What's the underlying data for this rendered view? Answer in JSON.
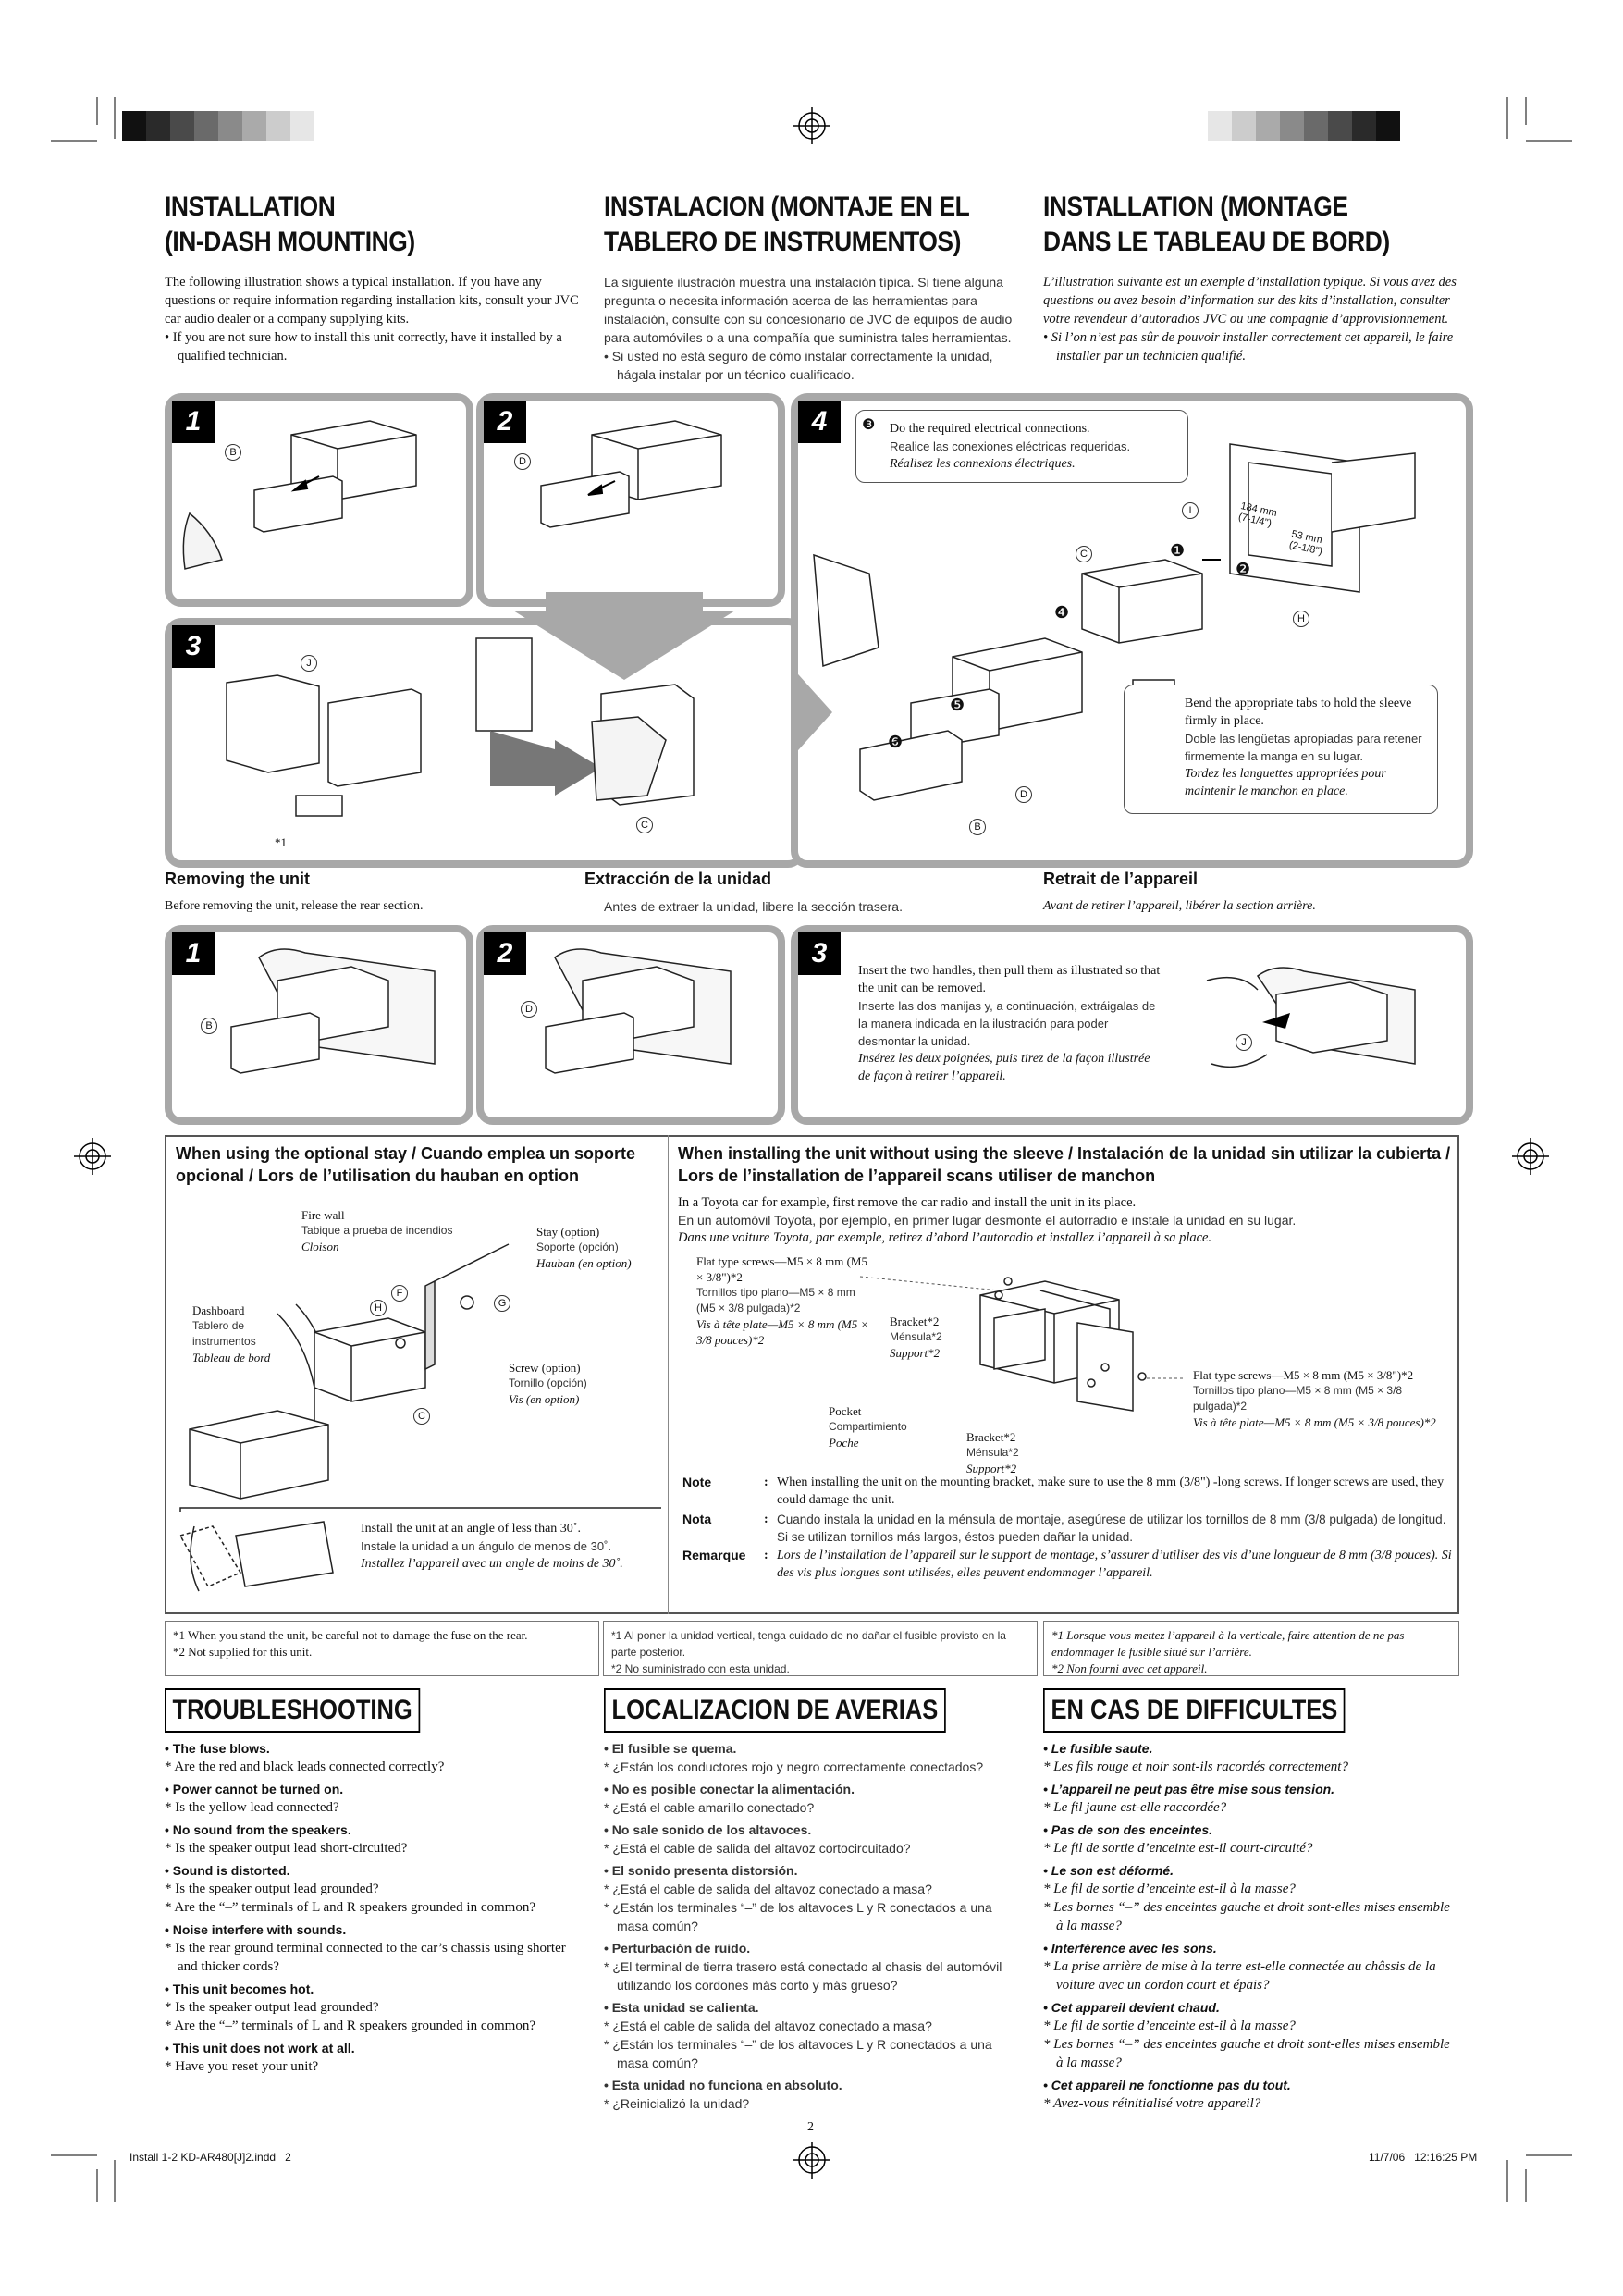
{
  "header": {
    "colors": [
      "#111111",
      "#2a2a2a",
      "#4a4a4a",
      "#6a6a6a",
      "#8a8a8a",
      "#aaaaaa",
      "#cccccc",
      "#e6e6e6"
    ]
  },
  "installation": {
    "en": {
      "title": "INSTALLATION\n(IN-DASH MOUNTING)",
      "intro": "The following illustration shows a typical installation. If you have any questions or require information regarding installation kits, consult your JVC car audio dealer or a company supplying kits.",
      "bullet": "• If you are not sure how to install this unit correctly, have it installed by a qualified technician."
    },
    "es": {
      "title": "INSTALACION (MONTAJE EN EL\nTABLERO DE INSTRUMENTOS)",
      "intro": "La siguiente ilustración muestra una instalación típica. Si tiene alguna pregunta o necesita información acerca de las herramientas para instalación, consulte con su concesionario de JVC de equipos de audio para automóviles o a una compañía que suministra tales herramientas.",
      "bullet": "• Si usted no está seguro de cómo instalar correctamente la unidad, hágala instalar por un técnico cualificado."
    },
    "fr": {
      "title": "INSTALLATION (MONTAGE\nDANS LE TABLEAU DE BORD)",
      "intro": "L’illustration suivante est un exemple d’installation typique. Si vous avez des questions ou avez besoin d’information sur des kits d’installation, consulter votre revendeur d’autoradios JVC ou une compagnie d’approvisionnement.",
      "bullet": "• Si l’on n’est pas sûr de pouvoir installer correctement cet appareil, le faire installer par un technicien qualifié."
    },
    "steps": [
      "1",
      "2",
      "3",
      "4"
    ],
    "callout_connections": {
      "num": "❸",
      "en": "Do the required electrical connections.",
      "es": "Realice las conexiones eléctricas requeridas.",
      "fr": "Réalisez les connexions électriques."
    },
    "callout_tabs": {
      "en": "Bend the appropriate tabs to hold the sleeve firmly in place.",
      "es": "Doble las lengüetas apropiadas para retener firmemente la manga en su lugar.",
      "fr": "Tordez les languettes appropriées pour maintenir le manchon en place."
    },
    "dims": {
      "w": "184 mm\n(7-1/4\")",
      "h": "53 mm\n(2-1/8\")"
    },
    "labels": {
      "B": "B",
      "C": "C",
      "D": "D",
      "H": "H",
      "I": "I",
      "J": "J",
      "star1": "*1"
    },
    "sequence": [
      "❶",
      "❷",
      "❹",
      "❺",
      "❻"
    ]
  },
  "removing": {
    "en": {
      "title": "Removing the unit",
      "text": "Before removing the unit, release the rear section."
    },
    "es": {
      "title": "Extracción de la unidad",
      "text": "Antes de extraer la unidad, libere la sección trasera."
    },
    "fr": {
      "title": "Retrait de l’appareil",
      "text": "Avant de retirer l’appareil, libérer la section arrière."
    },
    "steps": [
      "1",
      "2",
      "3"
    ],
    "callout": {
      "en": "Insert the two handles, then pull them as illustrated so that the unit can be removed.",
      "es": "Inserte las dos manijas y, a continuación, extráigalas de la manera indicada en la ilustración para poder desmontar la unidad.",
      "fr": "Insérez les deux poignées, puis tirez de la façon illustrée de façon à retirer l’appareil."
    }
  },
  "stay": {
    "title": "When using the optional stay / Cuando emplea un soporte opcional / Lors de l’utilisation du hauban en option",
    "firewall": {
      "en": "Fire wall",
      "es": "Tabique a prueba de incendios",
      "fr": "Cloison"
    },
    "stay_label": {
      "en": "Stay (option)",
      "es": "Soporte (opción)",
      "fr": "Hauban (en option)"
    },
    "dashboard": {
      "en": "Dashboard",
      "es": "Tablero de instrumentos",
      "fr": "Tableau de bord"
    },
    "screw": {
      "en": "Screw (option)",
      "es": "Tornillo (opción)",
      "fr": "Vis (en option)"
    },
    "angle": {
      "en": "Install the unit at an angle of less than 30˚.",
      "es": "Instale la unidad a un ángulo de menos de 30˚.",
      "fr": "Installez l’appareil avec un angle de moins de 30˚."
    },
    "labels": {
      "F": "F",
      "G": "G",
      "H": "H",
      "C": "C"
    }
  },
  "nosleeve": {
    "title": "When installing the unit without using the sleeve / Instalación de la unidad sin utilizar la cubierta / Lors de l’installation de l’appareil scans utiliser de manchon",
    "en": "In a Toyota car for example, first remove the car radio and install the unit in its place.",
    "es": "En un automóvil Toyota, por ejemplo, en primer lugar desmonte el autorradio e instale la unidad en su lugar.",
    "fr": "Dans une voiture Toyota, par exemple, retirez d’abord l’autoradio et installez l’appareil à sa place.",
    "screws1": {
      "en": "Flat type screws—M5 × 8 mm (M5 × 3/8\")*2",
      "es": "Tornillos tipo plano—M5 × 8 mm (M5 × 3/8 pulgada)*2",
      "fr": "Vis à tête plate—M5 × 8 mm (M5 × 3/8 pouces)*2"
    },
    "bracket": {
      "en": "Bracket*2",
      "es": "Ménsula*2",
      "fr": "Support*2"
    },
    "pocket": {
      "en": "Pocket",
      "es": "Compartimiento",
      "fr": "Poche"
    },
    "screws2": {
      "en": "Flat type screws—M5 × 8 mm (M5 × 3/8\")*2",
      "es": "Tornillos tipo plano—M5 × 8 mm (M5 × 3/8 pulgada)*2",
      "fr": "Vis à tête plate—M5 × 8 mm (M5 × 3/8 pouces)*2"
    },
    "notes": [
      {
        "label": "Note",
        "text": "When installing the unit on the mounting bracket, make sure to use the 8 mm (3/8\") -long screws. If longer screws are used, they could damage the unit."
      },
      {
        "label": "Nota",
        "text": "Cuando instala la unidad en la ménsula de montaje, asegúrese de utilizar los tornillos de 8 mm (3/8 pulgada) de longitud. Si se utilizan tornillos más largos, éstos pueden dañar la unidad."
      },
      {
        "label": "Remarque",
        "text": "Lors de l’installation de l’appareil sur le support de montage, s’assurer d’utiliser des vis d’une longueur de 8 mm (3/8 pouces). Si des vis plus longues sont utilisées, elles peuvent endommager l’appareil."
      }
    ]
  },
  "footnotes": {
    "en": [
      "*1  When you stand the unit, be careful not to damage the fuse on the rear.",
      "*2  Not supplied for this unit."
    ],
    "es": [
      "*1  Al poner la unidad vertical, tenga cuidado de no dañar el fusible provisto en la parte posterior.",
      "*2  No suministrado con esta unidad."
    ],
    "fr": [
      "*1  Lorsque vous mettez l’appareil à la verticale, faire attention de ne pas endommager le fusible situé sur l’arrière.",
      "*2  Non fourni avec cet appareil."
    ]
  },
  "troubleshooting": {
    "en": {
      "title": "TROUBLESHOOTING",
      "items": [
        {
          "q": "• The fuse blows.",
          "a": [
            "* Are the red and black leads connected correctly?"
          ]
        },
        {
          "q": "• Power cannot be turned on.",
          "a": [
            "* Is the yellow lead connected?"
          ]
        },
        {
          "q": "• No sound from the speakers.",
          "a": [
            "* Is the speaker output lead short-circuited?"
          ]
        },
        {
          "q": "• Sound is distorted.",
          "a": [
            "* Is the speaker output lead grounded?",
            "* Are the “–” terminals of L and R speakers grounded in common?"
          ]
        },
        {
          "q": "• Noise interfere with sounds.",
          "a": [
            "* Is the rear ground terminal connected to the car’s chassis using shorter and thicker cords?"
          ]
        },
        {
          "q": "• This unit becomes hot.",
          "a": [
            "* Is the speaker output lead grounded?",
            "* Are the “–” terminals of L and R speakers grounded in common?"
          ]
        },
        {
          "q": "• This unit does not work at all.",
          "a": [
            "* Have you reset your unit?"
          ]
        }
      ]
    },
    "es": {
      "title": "LOCALIZACION DE AVERIAS",
      "items": [
        {
          "q": "• El fusible se quema.",
          "a": [
            "* ¿Están los conductores rojo y negro correctamente conectados?"
          ]
        },
        {
          "q": "• No es posible conectar la alimentación.",
          "a": [
            "* ¿Está el cable amarillo conectado?"
          ]
        },
        {
          "q": "• No sale sonido de los altavoces.",
          "a": [
            "* ¿Está el cable de salida del altavoz cortocircuitado?"
          ]
        },
        {
          "q": "• El sonido presenta distorsión.",
          "a": [
            "* ¿Está el cable de salida del altavoz conectado a masa?",
            "* ¿Están los terminales “–” de los altavoces L y R conectados a una masa común?"
          ]
        },
        {
          "q": "• Perturbación de ruido.",
          "a": [
            "* ¿El terminal de tierra trasero está conectado al chasis del automóvil utilizando los cordones más corto y más grueso?"
          ]
        },
        {
          "q": "• Esta unidad se calienta.",
          "a": [
            "* ¿Está el cable de salida del altavoz conectado a masa?",
            "* ¿Están los terminales “–” de los altavoces L y R conectados a una masa común?"
          ]
        },
        {
          "q": "• Esta unidad no funciona en absoluto.",
          "a": [
            "* ¿Reinicializó la unidad?"
          ]
        }
      ]
    },
    "fr": {
      "title": "EN CAS DE DIFFICULTES",
      "items": [
        {
          "q": "• Le fusible saute.",
          "a": [
            "* Les fils rouge et noir sont-ils racordés correctement?"
          ]
        },
        {
          "q": "• L’appareil ne peut pas être mise sous tension.",
          "a": [
            "* Le fil jaune est-elle raccordée?"
          ]
        },
        {
          "q": "• Pas de son des enceintes.",
          "a": [
            "* Le fil de sortie d’enceinte est-il court-circuité?"
          ]
        },
        {
          "q": "• Le son est déformé.",
          "a": [
            "* Le fil de sortie d’enceinte est-il à la masse?",
            "* Les bornes “–” des enceintes gauche et droit sont-elles mises ensemble à la masse?"
          ]
        },
        {
          "q": "• Interférence avec les sons.",
          "a": [
            "* La prise arrière de mise à la terre est-elle connectée au châssis de la voiture avec un cordon court et épais?"
          ]
        },
        {
          "q": "• Cet appareil devient chaud.",
          "a": [
            "* Le fil de sortie d’enceinte est-il à la masse?",
            "* Les bornes “–” des enceintes gauche et droit sont-elles mises ensemble à la masse?"
          ]
        },
        {
          "q": "• Cet appareil ne fonctionne pas du tout.",
          "a": [
            "* Avez-vous réinitialisé votre appareil?"
          ]
        }
      ]
    }
  },
  "page_number": "2",
  "footer": {
    "file": "Install 1-2 KD-AR480[J]2.indd   2",
    "date": "11/7/06   12:16:25 PM"
  }
}
